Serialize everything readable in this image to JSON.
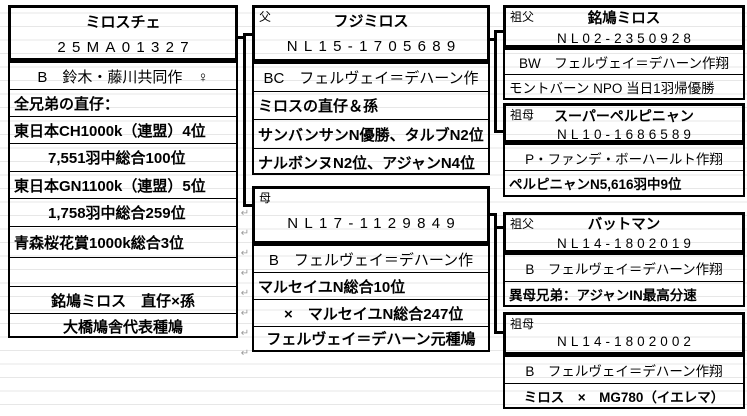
{
  "pedigree": {
    "subject": {
      "name": "ミロスチェ",
      "ring": "25MA01327",
      "info": [
        "B　鈴木・藤川共同作　♀",
        "全兄弟の直仔：",
        "東日本CH1000k（連盟）4位",
        "7,551羽中総合100位",
        "東日本GN1100k（連盟）5位",
        "1,758羽中総合259位",
        "青森桜花賞1000k総合3位",
        "",
        "銘鳩ミロス　直仔×孫",
        "大橋鳩舎代表種鳩"
      ]
    },
    "father": {
      "label": "父",
      "name": "フジミロス",
      "ring": "NL15-1705689",
      "info": [
        "BC　フェルヴェイ＝デハーン作",
        "ミロスの直仔＆孫",
        "サンバンサンN優勝、タルブN2位",
        "ナルボンヌN2位、アジャンN4位"
      ]
    },
    "mother": {
      "label": "母",
      "name": "",
      "ring": "NL17-1129849",
      "info": [
        "B　フェルヴェイ＝デハーン作",
        "マルセイユN総合10位",
        "×　マルセイユN総合247位",
        "フェルヴェイ＝デハーン元種鳩"
      ]
    },
    "paternal_grandfather": {
      "label": "祖父",
      "name": "銘鳩ミロス",
      "ring": "NL02-2350928",
      "info": [
        "BW　フェルヴェイ＝デハーン作翔",
        "モントバーン NPO 当日1羽帰優勝"
      ]
    },
    "paternal_grandmother": {
      "label": "祖母",
      "name": "スーパーペルピニャン",
      "ring": "NL10-1686589",
      "info": [
        "P・ファンデ・ボーハールト作翔",
        "ペルピニャンN5,616羽中9位"
      ]
    },
    "maternal_grandfather": {
      "label": "祖父",
      "name": "バットマン",
      "ring": "NL14-1802019",
      "info": [
        "B　フェルヴェイ＝デハーン作翔",
        "異母兄弟：アジャンIN最高分速"
      ]
    },
    "maternal_grandmother": {
      "label": "祖母",
      "name": "",
      "ring": "NL14-1802002",
      "info": [
        "B　フェルヴェイ＝デハーン作翔",
        "ミロス　×　MG780（イエレマ）"
      ]
    }
  },
  "decorations": {
    "return_mark": "↵"
  },
  "colors": {
    "border": "#000000",
    "grid_line": "#e7e7e7",
    "text": "#000000",
    "return_mark": "#9a9a9a",
    "background": "#ffffff"
  }
}
